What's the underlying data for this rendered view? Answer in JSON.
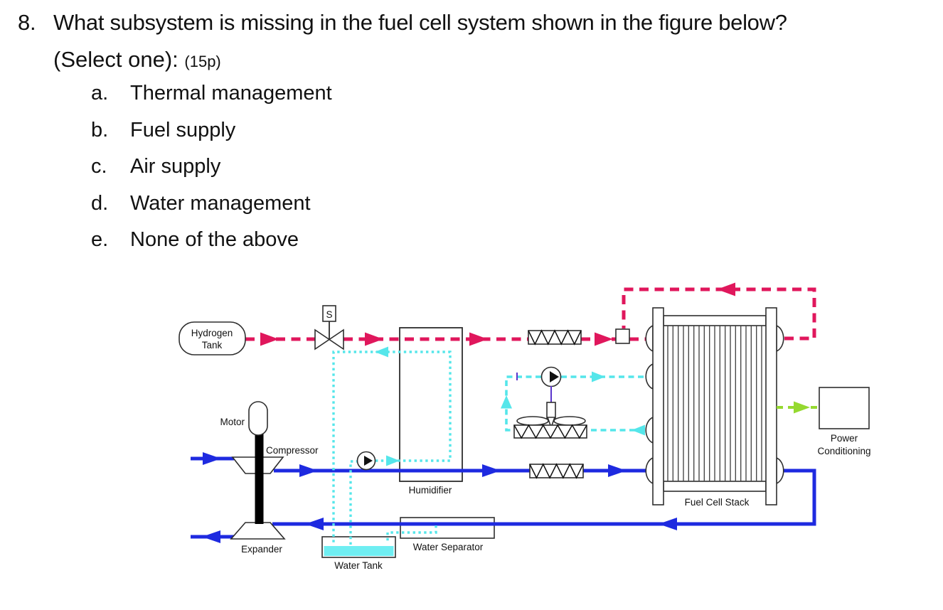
{
  "question": {
    "number": "8.",
    "text": "What subsystem is missing in the fuel cell system shown in the figure below?",
    "prompt": "(Select one):",
    "points": "(15p)",
    "options": [
      {
        "letter": "a.",
        "label": "Thermal management"
      },
      {
        "letter": "b.",
        "label": "Fuel supply"
      },
      {
        "letter": "c.",
        "label": "Air supply"
      },
      {
        "letter": "d.",
        "label": "Water management"
      },
      {
        "letter": "e.",
        "label": "None of the above"
      }
    ]
  },
  "diagram": {
    "labels": {
      "hydrogen_tank_line1": "Hydrogen",
      "hydrogen_tank_line2": "Tank",
      "solenoid_valve": "S",
      "motor": "Motor",
      "compressor": "Compressor",
      "expander": "Expander",
      "humidifier": "Humidifier",
      "water_tank": "Water Tank",
      "water_separator": "Water Separator",
      "fuel_cell_stack": "Fuel Cell Stack",
      "power_conditioning_line1": "Power",
      "power_conditioning_line2": "Conditioning"
    },
    "colors": {
      "hydrogen_line": "#e0175c",
      "air_line": "#1e2ae0",
      "water_line": "#55e6ea",
      "electric_line": "#95d930",
      "fan_link": "#5a35cc",
      "water_fill": "#6feef2",
      "outline": "#2e2e2e"
    }
  }
}
